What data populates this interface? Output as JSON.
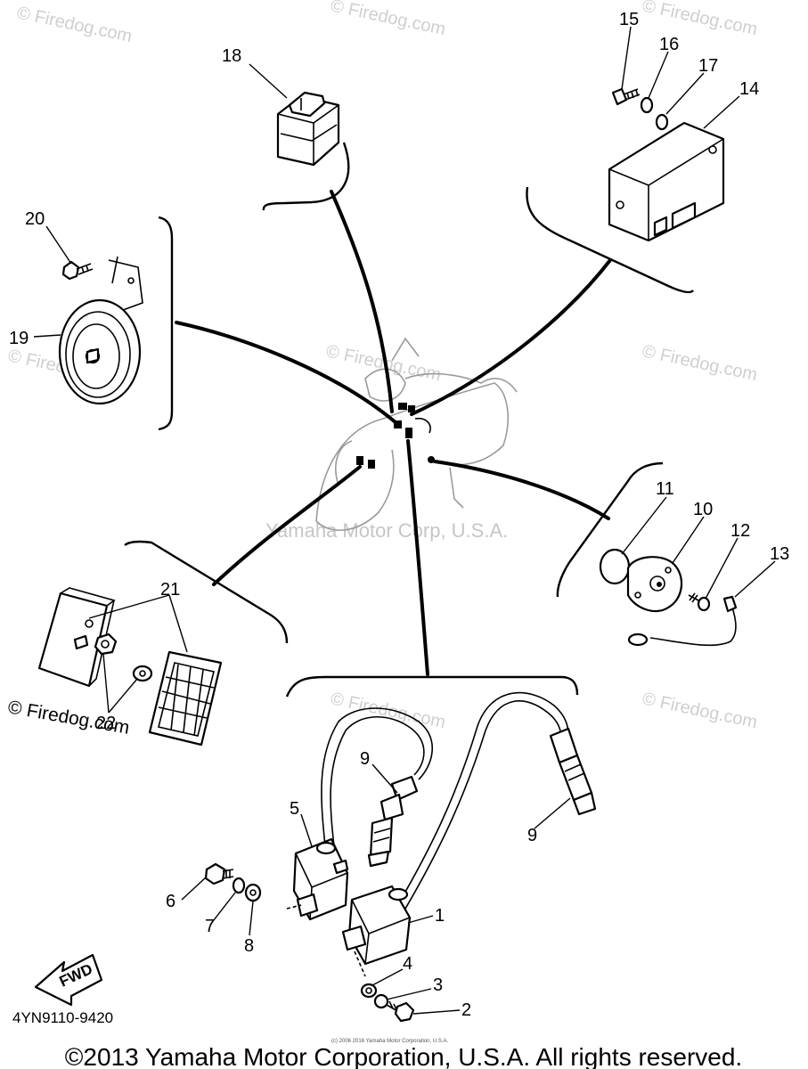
{
  "watermarks": {
    "site": "© Firedog.com",
    "center": "Yamaha Motor Corp, U.S.A.",
    "side": "© Firedog.com"
  },
  "callouts": {
    "c1": "1",
    "c2": "2",
    "c3": "3",
    "c4": "4",
    "c5": "5",
    "c6": "6",
    "c7": "7",
    "c8": "8",
    "c9a": "9",
    "c9b": "9",
    "c10": "10",
    "c11": "11",
    "c12": "12",
    "c13": "13",
    "c14": "14",
    "c15": "15",
    "c16": "16",
    "c17": "17",
    "c18": "18",
    "c19": "19",
    "c20": "20",
    "c21": "21",
    "c22": "22"
  },
  "fwd_label": "FWD",
  "diagram_code": "4YN9110-9420",
  "tiny_copyright": "(c) 2006 2016 Yamaha Motor Corporation, U.S.A.",
  "copyright": "©2013 Yamaha Motor Corporation, U.S.A. All rights reserved."
}
